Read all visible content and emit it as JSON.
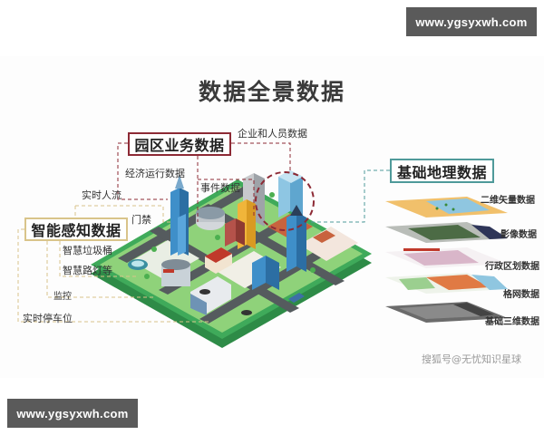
{
  "watermarks": {
    "top": "www.ygsyxwh.com",
    "bottom": "www.ygsyxwh.com"
  },
  "diagram": {
    "title": "数据全景数据",
    "categories": {
      "park_business": {
        "label": "园区业务数据",
        "color": "#8d2a35",
        "items": [
          "企业和人员数据",
          "经济运行数据",
          "事件数据"
        ]
      },
      "smart_sensing": {
        "label": "智能感知数据",
        "color": "#d9c48a",
        "items": [
          "实时人流",
          "门禁",
          "智慧垃圾桶",
          "智慧路灯等",
          "监控",
          "实时停车位"
        ]
      },
      "geo_base": {
        "label": "基础地理数据",
        "color": "#4f9a9a",
        "layers": [
          "二维矢量数据",
          "影像数据",
          "行政区划数据",
          "格网数据",
          "基础三维数据"
        ]
      }
    },
    "credit": "搜狐号@无忧知识星球"
  },
  "colors": {
    "platform_green": "#3faa5a",
    "platform_edge": "#2e8b47",
    "road": "#555b5e",
    "building_blue": "#3f8fc9"
  }
}
